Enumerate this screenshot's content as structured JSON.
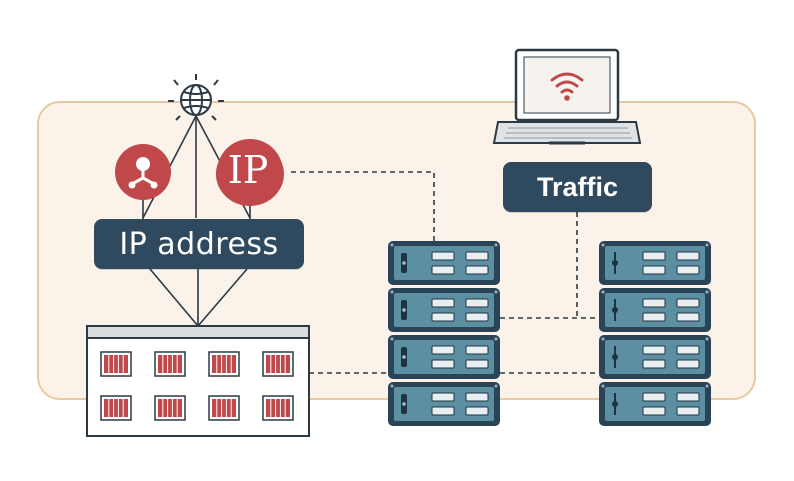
{
  "labels": {
    "ip_address": "IP address",
    "ip_badge": "IP",
    "traffic": "Traffic"
  },
  "icons": [
    "globe-icon",
    "user-network-icon",
    "ip-pin-icon",
    "laptop-icon",
    "wifi-icon",
    "server-icon",
    "building-icon"
  ],
  "colors": {
    "background_panel": "#fbf3ea",
    "panel_border": "#e9c9a1",
    "label_fill": "#2f4a5e",
    "pin_red": "#c0484a",
    "server_fill": "#5d8fa3",
    "server_dark": "#2a4457",
    "window_red": "#c0484a",
    "line": "#2b3a45"
  },
  "servers": {
    "left_stack_units": 4,
    "right_stack_units": 4
  },
  "building": {
    "window_rows": 2,
    "window_cols": 4
  }
}
